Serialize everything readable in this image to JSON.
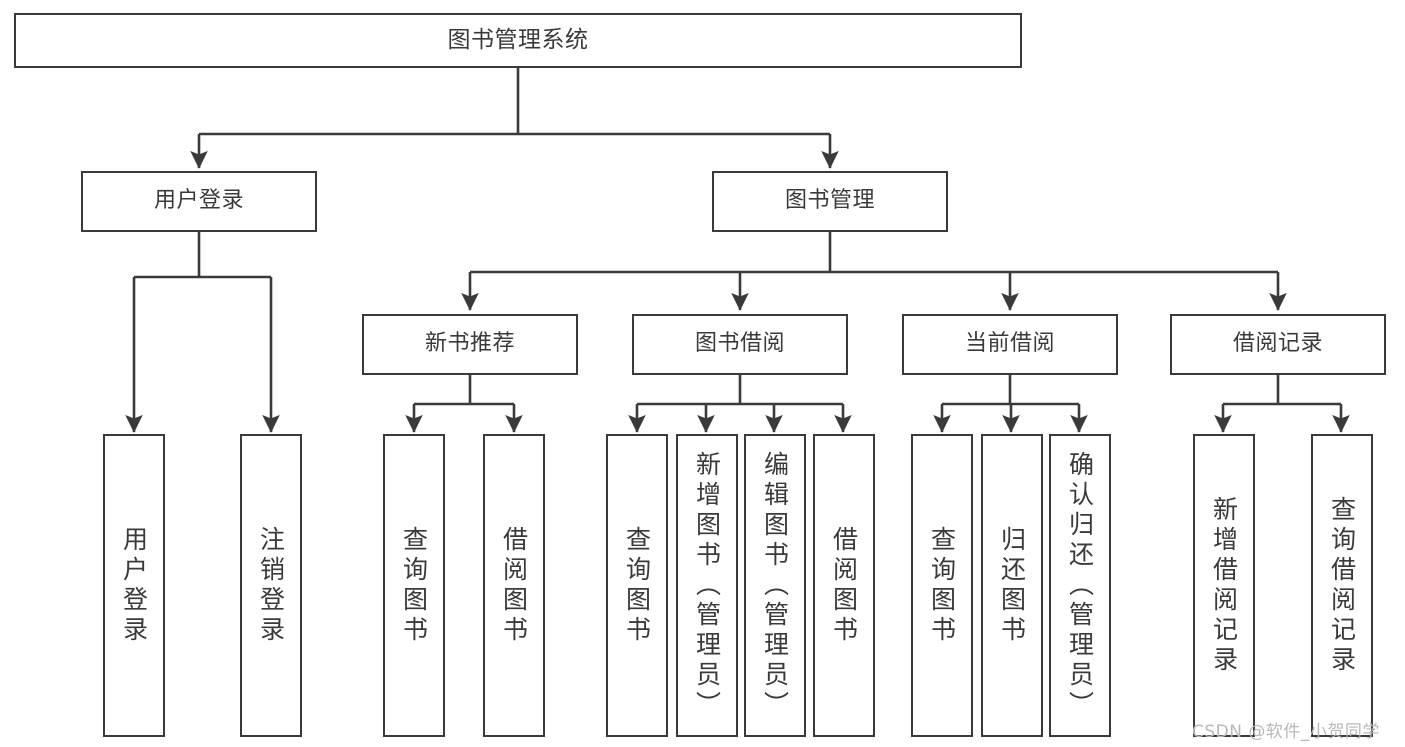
{
  "diagram": {
    "type": "hierarchy-tree",
    "title": "图书管理系统",
    "levels": {
      "root": "图书管理系统",
      "level1": [
        "用户登录",
        "图书管理"
      ],
      "level2": [
        "新书推荐",
        "图书借阅",
        "当前借阅",
        "借阅记录"
      ]
    },
    "nodes": {
      "root": {
        "label": "图书管理系统"
      },
      "user_login": {
        "label": "用户登录"
      },
      "book_manage": {
        "label": "图书管理"
      },
      "new_book_rec": {
        "label": "新书推荐"
      },
      "book_borrow": {
        "label": "图书借阅"
      },
      "current_borrow": {
        "label": "当前借阅"
      },
      "borrow_record": {
        "label": "借阅记录"
      },
      "leaf_user_login": {
        "label": "用户登录"
      },
      "leaf_logout": {
        "label": "注销登录"
      },
      "leaf_query_book_1": {
        "label": "查询图书"
      },
      "leaf_borrow_book_1": {
        "label": "借阅图书"
      },
      "leaf_query_book_2": {
        "label": "查询图书"
      },
      "leaf_add_book": {
        "label": "新增图书（管理员）"
      },
      "leaf_edit_book": {
        "label": "编辑图书（管理员）"
      },
      "leaf_borrow_book_2": {
        "label": "借阅图书"
      },
      "leaf_query_book_3": {
        "label": "查询图书"
      },
      "leaf_return_book": {
        "label": "归还图书"
      },
      "leaf_confirm_return": {
        "label": "确认归还（管理员）"
      },
      "leaf_add_record": {
        "label": "新增借阅记录"
      },
      "leaf_query_record": {
        "label": "查询借阅记录"
      }
    },
    "edges": [
      {
        "from": "root",
        "to": "user_login"
      },
      {
        "from": "root",
        "to": "book_manage"
      },
      {
        "from": "user_login",
        "to": "leaf_user_login"
      },
      {
        "from": "user_login",
        "to": "leaf_logout"
      },
      {
        "from": "book_manage",
        "to": "new_book_rec"
      },
      {
        "from": "book_manage",
        "to": "book_borrow"
      },
      {
        "from": "book_manage",
        "to": "current_borrow"
      },
      {
        "from": "book_manage",
        "to": "borrow_record"
      },
      {
        "from": "new_book_rec",
        "to": "leaf_query_book_1"
      },
      {
        "from": "new_book_rec",
        "to": "leaf_borrow_book_1"
      },
      {
        "from": "book_borrow",
        "to": "leaf_query_book_2"
      },
      {
        "from": "book_borrow",
        "to": "leaf_add_book"
      },
      {
        "from": "book_borrow",
        "to": "leaf_edit_book"
      },
      {
        "from": "book_borrow",
        "to": "leaf_borrow_book_2"
      },
      {
        "from": "current_borrow",
        "to": "leaf_query_book_3"
      },
      {
        "from": "current_borrow",
        "to": "leaf_return_book"
      },
      {
        "from": "current_borrow",
        "to": "leaf_confirm_return"
      },
      {
        "from": "borrow_record",
        "to": "leaf_add_record"
      },
      {
        "from": "borrow_record",
        "to": "leaf_query_record"
      }
    ],
    "style": {
      "stroke": "#3a3a3a",
      "fill": "#ffffff",
      "background": "#ffffff"
    }
  },
  "watermark": {
    "text": "CSDN @软件_小贺同学",
    "color": "#b8b8b8"
  }
}
